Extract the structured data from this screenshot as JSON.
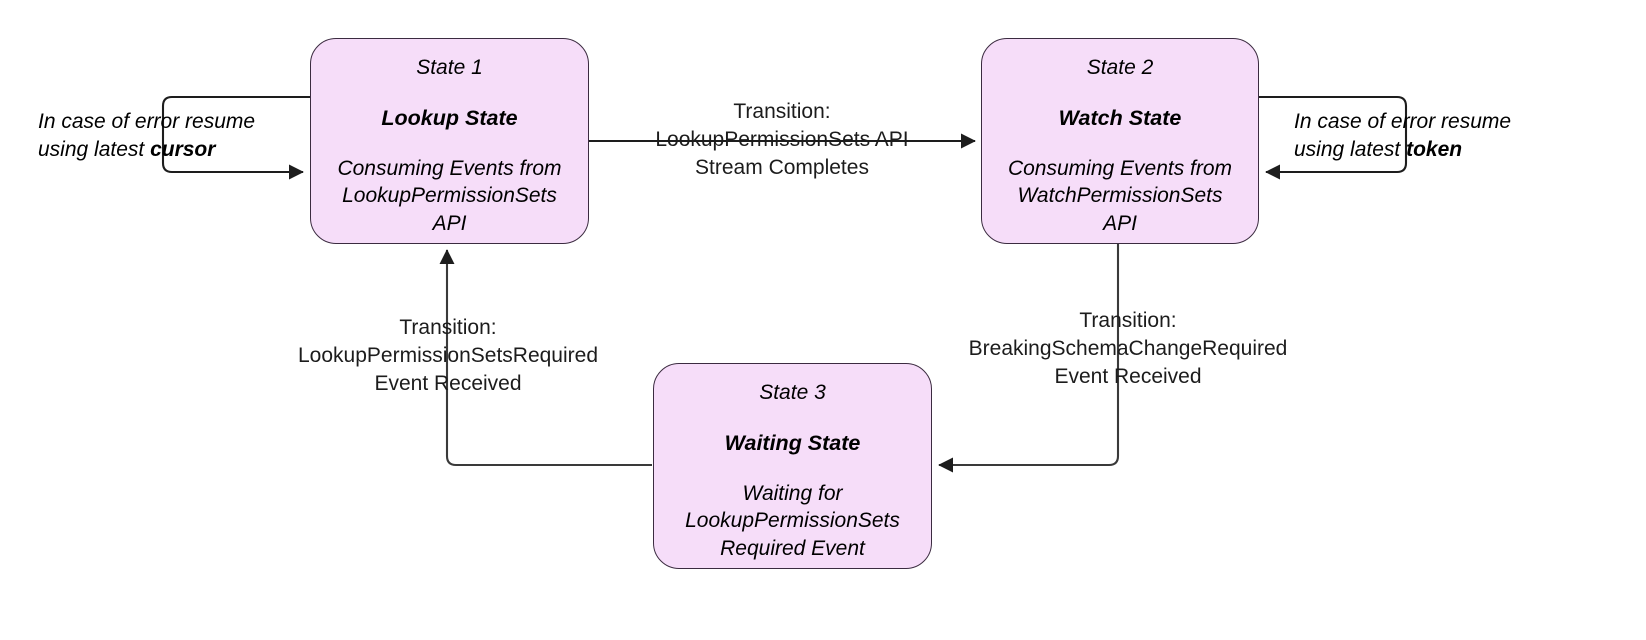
{
  "diagram": {
    "title": "Permission Sets Event Consumption State Machine",
    "background_color": "#ffffff",
    "node_fill_color": "#f6ddf9",
    "node_stroke_color": "#3b2b40",
    "edge_color": "#3a3a3a"
  },
  "states": [
    {
      "id_label": "State 1",
      "name": "Lookup State",
      "description": "Consuming Events from\nLookupPermissionSets\nAPI"
    },
    {
      "id_label": "State 2",
      "name": "Watch State",
      "description": "Consuming Events from\nWatchPermissionSets\nAPI"
    },
    {
      "id_label": "State 3",
      "name": "Waiting State",
      "description": "Waiting for\nLookupPermissionSets\nRequired Event"
    }
  ],
  "transitions": [
    {
      "name": "lookup-to-watch",
      "text": "Transition:\nLookupPermissionSets API\nStream Completes"
    },
    {
      "name": "waiting-to-lookup",
      "text": "Transition:\nLookupPermissionSetsRequired\nEvent Received"
    },
    {
      "name": "watch-to-waiting",
      "text": "Transition:\nBreakingSchemaChangeRequired\nEvent Received"
    }
  ],
  "self_loops": [
    {
      "name": "lookup-error-resume",
      "line1": "In case of error resume",
      "line2_prefix": "using latest ",
      "line2_emphasis": "cursor"
    },
    {
      "name": "watch-error-resume",
      "line1": "In case of error resume",
      "line2_prefix": "using latest ",
      "line2_emphasis": "token"
    }
  ]
}
